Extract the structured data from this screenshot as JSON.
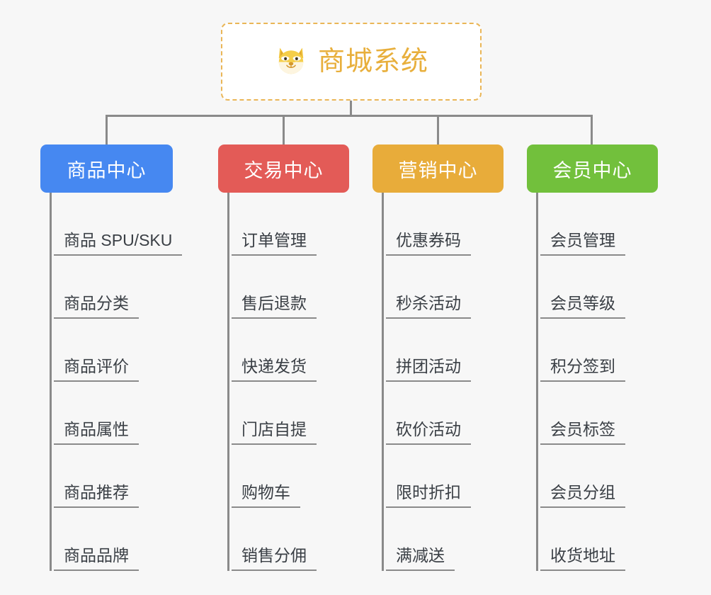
{
  "page": {
    "background_color": "#f7f7f7",
    "connector_color": "#8a8a8a"
  },
  "root": {
    "title": "商城系统",
    "icon": "shiba-dog-face-icon",
    "border_color": "#eab657",
    "text_color": "#e8af3c",
    "background_color": "#ffffff"
  },
  "branches": [
    {
      "label": "商品中心",
      "color": "#4688f1",
      "items": [
        "商品 SPU/SKU",
        "商品分类",
        "商品评价",
        "商品属性",
        "商品推荐",
        "商品品牌"
      ]
    },
    {
      "label": "交易中心",
      "color": "#e35b57",
      "items": [
        "订单管理",
        "售后退款",
        "快递发货",
        "门店自提",
        "购物车",
        "销售分佣"
      ]
    },
    {
      "label": "营销中心",
      "color": "#e8ac3a",
      "items": [
        "优惠券码",
        "秒杀活动",
        "拼团活动",
        "砍价活动",
        "限时折扣",
        "满减送"
      ]
    },
    {
      "label": "会员中心",
      "color": "#72c03c",
      "items": [
        "会员管理",
        "会员等级",
        "积分签到",
        "会员标签",
        "会员分组",
        "收货地址"
      ]
    }
  ]
}
